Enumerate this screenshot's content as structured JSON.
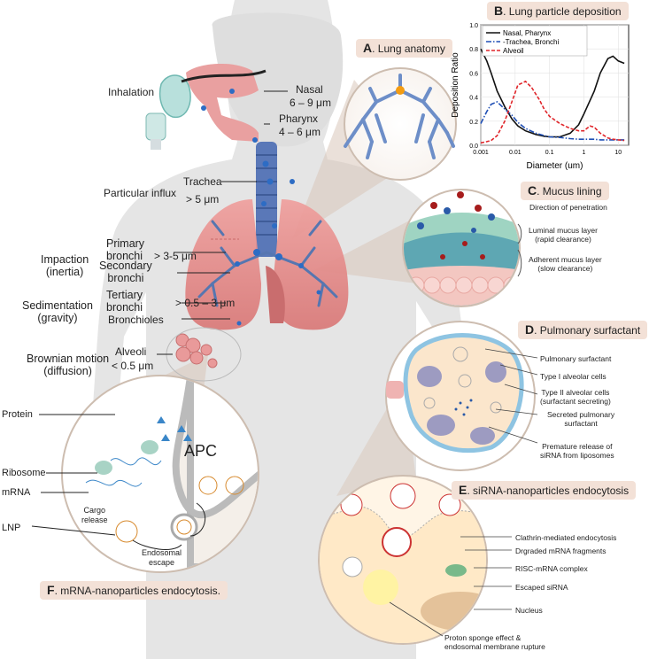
{
  "colors": {
    "lung": "#e69b9b",
    "airway": "#4e6fa0",
    "panel": "#f3e1d7",
    "silhouette": "#e5e5e5",
    "nasal_line": "#111111",
    "trachea_line": "#1f4fb5",
    "alveoli_line": "#e0252a"
  },
  "panels": {
    "A": {
      "letter": "A",
      "title": ". Lung anatomy"
    },
    "B": {
      "letter": "B",
      "title": ". Lung particle deposition"
    },
    "C": {
      "letter": "C",
      "title": ". Mucus lining"
    },
    "D": {
      "letter": "D",
      "title": ". Pulmonary surfactant"
    },
    "E": {
      "letter": "E",
      "title": ". siRNA-nanoparticles endocytosis"
    },
    "F": {
      "letter": "F",
      "title": ". mRNA-nanoparticles endocytosis."
    }
  },
  "anatomy": {
    "inhalation": "Inhalation",
    "nasal": "Nasal",
    "nasal_size": "6 – 9 μm",
    "pharynx": "Pharynx",
    "pharynx_size": "4 – 6 μm",
    "particular_influx": "Particular influx",
    "trachea": "Trachea",
    "trachea_size": "> 5 μm",
    "primary_bronchi": "Primary\nbronchi",
    "primary_size": "> 3-5 μm",
    "secondary_bronchi": "Secondary\nbronchi",
    "tertiary_bronchi": "Tertiary\nbronchi",
    "tertiary_size": "> 0.5 – 3 μm",
    "bronchioles": "Bronchioles",
    "alveoli": "Alveoli",
    "alveoli_size": "< 0.5 μm",
    "impaction": "Impaction\n(inertia)",
    "sedimentation": "Sedimentation\n(gravity)",
    "brownian": "Brownian motion\n(diffusion)"
  },
  "mucus": {
    "direction": "Direction of penetration",
    "luminal": "Luminal mucus layer\n(rapid clearance)",
    "adherent": "Adherent mucus layer\n(slow clearance)"
  },
  "surfactant": {
    "pulmonary": "Pulmonary surfactant",
    "type1": "Type I alveolar cells",
    "type2": "Type II alveolar cells\n(surfactant secreting)",
    "secreted": "Secreted pulmonary\nsurfactant",
    "premature": "Premature release of\nsiRNA from liposomes"
  },
  "sirna": {
    "clathrin": "Clathrin-mediated endocytosis",
    "degraded": "Drgraded mRNA fragments",
    "risc": "RISC-mRNA complex",
    "escaped": "Escaped siRNA",
    "nucleus": "Nucleus",
    "proton": "Proton sponge effect &\nendosomal membrane rupture"
  },
  "mrna": {
    "protein": "Protein",
    "ribosome": "Ribosome",
    "mrna": "mRNA",
    "apc": "APC",
    "cargo": "Cargo\nrelease",
    "lnp": "LNP",
    "endosomal": "Endosomal\nescape"
  },
  "chart_data": {
    "type": "line",
    "title": "",
    "xlabel": "Diameter (um)",
    "ylabel": "Deposition Ratio",
    "xscale": "log",
    "xlim": [
      0.001,
      20
    ],
    "ylim": [
      0,
      1.0
    ],
    "xticks": [
      "0.001",
      "0.01",
      "0.1",
      "1",
      "10"
    ],
    "yticks": [
      "0.0",
      "0.2",
      "0.4",
      "0.6",
      "0.8",
      "1.0"
    ],
    "legend_position": "top-right",
    "series": [
      {
        "name": "Nasal, Pharynx",
        "color": "#111111",
        "dash": "solid",
        "x": [
          0.001,
          0.0015,
          0.002,
          0.003,
          0.005,
          0.008,
          0.012,
          0.02,
          0.04,
          0.07,
          0.1,
          0.2,
          0.4,
          0.7,
          1,
          2,
          3,
          5,
          7,
          10,
          15
        ],
        "y": [
          0.8,
          0.7,
          0.6,
          0.45,
          0.32,
          0.22,
          0.16,
          0.12,
          0.09,
          0.075,
          0.07,
          0.07,
          0.1,
          0.17,
          0.26,
          0.45,
          0.6,
          0.72,
          0.74,
          0.7,
          0.68
        ]
      },
      {
        "name": "-Trachea, Bronchi",
        "color": "#1f4fb5",
        "dash": "dashdot",
        "x": [
          0.001,
          0.0015,
          0.002,
          0.003,
          0.005,
          0.008,
          0.012,
          0.02,
          0.04,
          0.07,
          0.1,
          0.2,
          0.4,
          0.7,
          1,
          2,
          3,
          5,
          7,
          10,
          15
        ],
        "y": [
          0.18,
          0.28,
          0.34,
          0.36,
          0.3,
          0.25,
          0.19,
          0.14,
          0.1,
          0.08,
          0.07,
          0.065,
          0.055,
          0.05,
          0.05,
          0.05,
          0.045,
          0.045,
          0.045,
          0.045,
          0.045
        ]
      },
      {
        "name": "Alveoil",
        "color": "#e0252a",
        "dash": "dashed",
        "x": [
          0.001,
          0.0015,
          0.002,
          0.003,
          0.005,
          0.008,
          0.012,
          0.02,
          0.03,
          0.05,
          0.07,
          0.1,
          0.2,
          0.4,
          0.7,
          1,
          1.5,
          2,
          3,
          5,
          7,
          10,
          15
        ],
        "y": [
          0.02,
          0.03,
          0.04,
          0.08,
          0.2,
          0.36,
          0.5,
          0.53,
          0.48,
          0.38,
          0.3,
          0.24,
          0.18,
          0.14,
          0.12,
          0.12,
          0.16,
          0.15,
          0.1,
          0.06,
          0.05,
          0.045,
          0.04
        ]
      }
    ]
  }
}
